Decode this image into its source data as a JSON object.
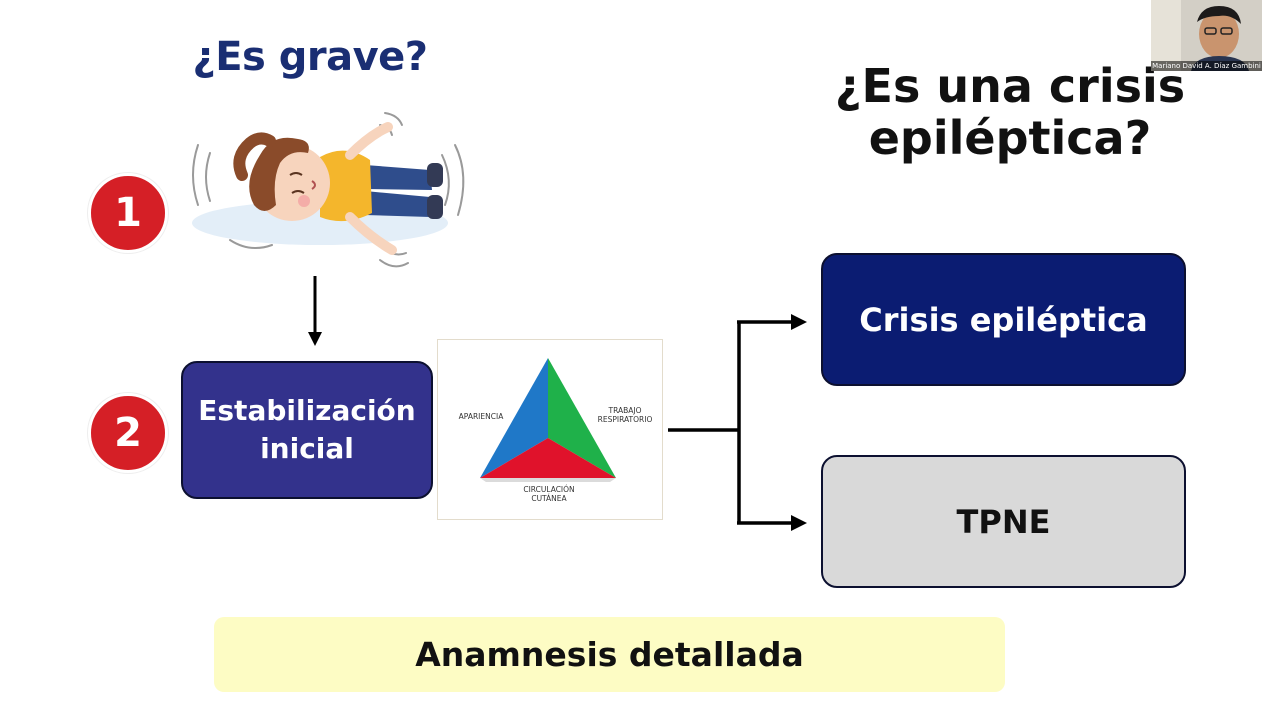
{
  "titles": {
    "grave": "¿Es grave?",
    "crisis_line1": "¿Es una crisis",
    "crisis_line2": "epiléptica?"
  },
  "steps": {
    "one": "1",
    "two": "2"
  },
  "boxes": {
    "stabilization_line1": "Estabilización",
    "stabilization_line2": "inicial",
    "crisis": "Crisis epiléptica",
    "tpne": "TPNE"
  },
  "triangle": {
    "left_label": "APARIENCIA",
    "right_label_line1": "TRABAJO",
    "right_label_line2": "RESPIRATORIO",
    "bottom_label_line1": "CIRCULACIÓN",
    "bottom_label_line2": "CUTÁNEA"
  },
  "footer": {
    "anamnesis": "Anamnesis detallada"
  },
  "webcam": {
    "name": "Mariano David A. Díaz Gambini"
  },
  "colors": {
    "title_blue": "#1a2e73",
    "step_red": "#d51f26",
    "stabilization_box": "#33328c",
    "crisis_box": "#0b1c72",
    "tpne_box": "#d9d9d9",
    "anamnesis_bg": "#fdfcc4",
    "triangle_blue": "#1f78c8",
    "triangle_green": "#1fb14a",
    "triangle_red": "#e0122b"
  }
}
